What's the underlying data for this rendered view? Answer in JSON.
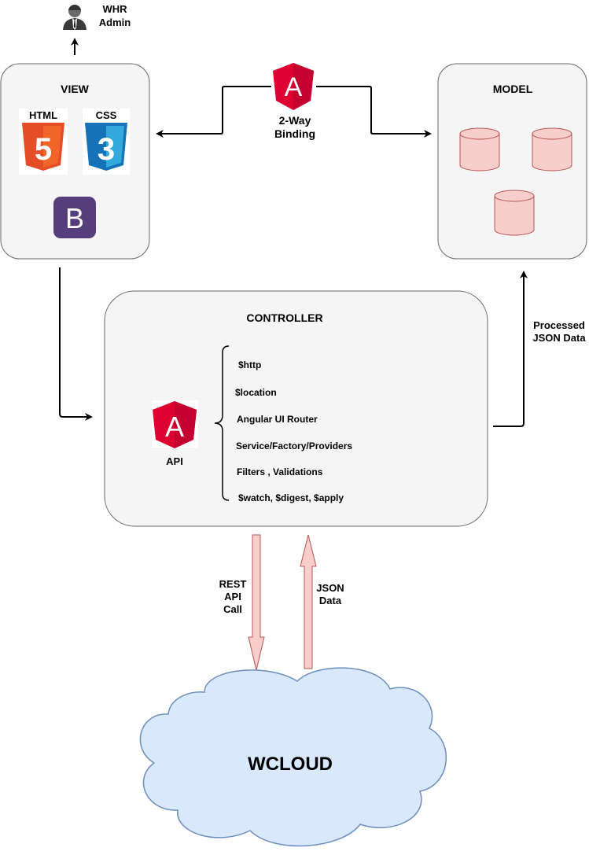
{
  "user": {
    "label_line1": "WHR",
    "label_line2": "Admin",
    "icon": "admin-user-icon"
  },
  "view": {
    "title": "VIEW",
    "html_badge": "HTML",
    "css_badge": "CSS",
    "html_number": "5",
    "css_number": "3",
    "bootstrap_letter": "B"
  },
  "binding": {
    "line1": "2-Way",
    "line2": "Binding",
    "angular_letter": "A"
  },
  "model": {
    "title": "MODEL",
    "database_color": "#f8cecc",
    "database_stroke": "#b85450"
  },
  "controller": {
    "title": "CONTROLLER",
    "api_label": "API",
    "angular_letter": "A",
    "items": [
      "$http",
      "$location",
      "Angular UI Router",
      "Service/Factory/Providers",
      "Filters , Validations",
      "$watch, $digest, $apply"
    ]
  },
  "processed": {
    "line1": "Processed",
    "line2": "JSON Data"
  },
  "rest": {
    "line1": "REST",
    "line2": "API",
    "line3": "Call"
  },
  "json": {
    "line1": "JSON",
    "line2": "Data"
  },
  "cloud": {
    "label": "WCLOUD",
    "fill": "#dae8fc",
    "stroke": "#6c8ebf"
  },
  "colors": {
    "box_fill": "#f5f5f5",
    "box_stroke": "#666666",
    "angular_red": "#dd0031",
    "angular_dark": "#c3002f",
    "html_orange": "#e44d26",
    "css_blue": "#264de4",
    "bootstrap_purple": "#563d7c",
    "arrow_fill": "#f8cecc",
    "arrow_stroke": "#b85450"
  }
}
